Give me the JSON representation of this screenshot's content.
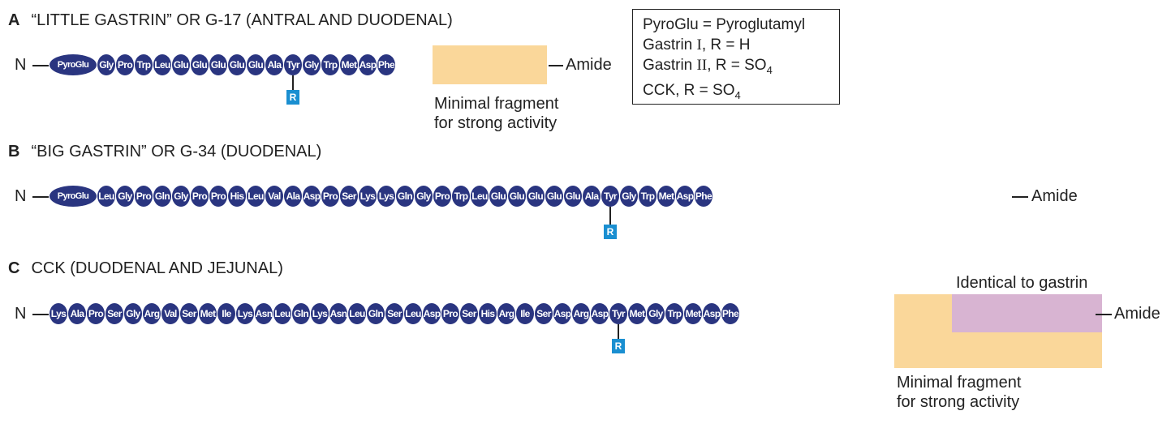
{
  "colors": {
    "residue_fill": "#2a3580",
    "r_group_box": "#1a8fd1",
    "orange_highlight": "#fad79a",
    "purple_highlight": "#d8b4d2"
  },
  "chains": [
    {
      "letter": "A",
      "title": "“LITTLE GASTRIN” OR G-17 (ANTRAL AND DUODENAL)",
      "n_term": "N",
      "c_term": "Amide",
      "residues": [
        "PyroGlu",
        "Gly",
        "Pro",
        "Trp",
        "Leu",
        "Glu",
        "Glu",
        "Glu",
        "Glu",
        "Glu",
        "Ala",
        "Tyr",
        "Gly",
        "Trp",
        "Met",
        "Asp",
        "Phe"
      ],
      "r_group": {
        "residue_index": 11,
        "label": "R"
      },
      "caption_lines": [
        "Minimal fragment",
        "for strong activity"
      ]
    },
    {
      "letter": "B",
      "title": "“BIG GASTRIN” OR G-34 (DUODENAL)",
      "n_term": "N",
      "c_term": "Amide",
      "residues": [
        "PyroGlu",
        "Leu",
        "Gly",
        "Pro",
        "Gln",
        "Gly",
        "Pro",
        "Pro",
        "His",
        "Leu",
        "Val",
        "Ala",
        "Asp",
        "Pro",
        "Ser",
        "Lys",
        "Lys",
        "Gln",
        "Gly",
        "Pro",
        "Trp",
        "Leu",
        "Glu",
        "Glu",
        "Glu",
        "Glu",
        "Glu",
        "Ala",
        "Tyr",
        "Gly",
        "Trp",
        "Met",
        "Asp",
        "Phe"
      ],
      "r_group": {
        "residue_index": 28,
        "label": "R"
      }
    },
    {
      "letter": "C",
      "title": "CCK (DUODENAL AND JEJUNAL)",
      "n_term": "N",
      "c_term": "Amide",
      "residues": [
        "Lys",
        "Ala",
        "Pro",
        "Ser",
        "Gly",
        "Arg",
        "Val",
        "Ser",
        "Met",
        "Ile",
        "Lys",
        "Asn",
        "Leu",
        "Gln",
        "Lys",
        "Asn",
        "Leu",
        "Gln",
        "Ser",
        "Leu",
        "Asp",
        "Pro",
        "Ser",
        "His",
        "Arg",
        "Ile",
        "Ser",
        "Asp",
        "Arg",
        "Asp",
        "Tyr",
        "Met",
        "Gly",
        "Trp",
        "Met",
        "Asp",
        "Phe"
      ],
      "r_group": {
        "residue_index": 30,
        "label": "R"
      },
      "identical_label": "Identical to gastrin",
      "caption_lines": [
        "Minimal fragment",
        "for strong activity"
      ]
    }
  ],
  "legend": {
    "line1": "PyroGlu = Pyroglutamyl",
    "line2_a": "Gastrin ",
    "line2_roman": "I",
    "line2_b": ", R = H",
    "line3_a": "Gastrin ",
    "line3_roman": "II",
    "line3_b": ", R = SO",
    "line3_sub": "4",
    "line4_a": "CCK, R = SO",
    "line4_sub": "4"
  }
}
